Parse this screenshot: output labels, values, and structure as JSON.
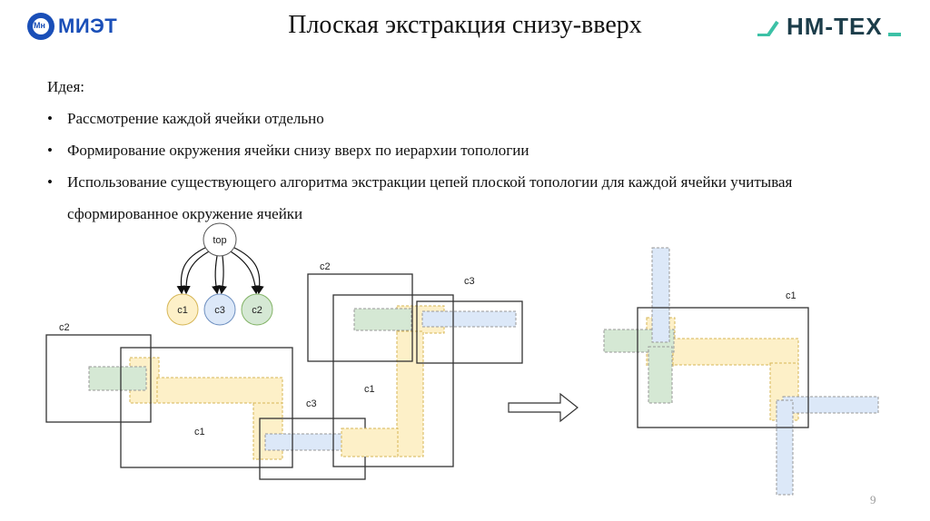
{
  "header": {
    "title": "Плоская экстракция снизу-вверх",
    "logo_left": "МИЭТ",
    "logo_right": "НМ-ТЕХ"
  },
  "content": {
    "intro": "Идея:",
    "bullets": [
      "Рассмотрение каждой ячейки отдельно",
      "Формирование окружения ячейки снизу вверх по иерархии топологии",
      "Использование существующего алгоритма экстракции цепей плоской топологии для каждой ячейки учитывая"
    ],
    "bullet3_continuation": "сформированное окружение ячейки"
  },
  "hierarchy": {
    "root": "top",
    "children": [
      "c1",
      "c3",
      "c2"
    ],
    "colors": {
      "c1": "#fdf0c8",
      "c3": "#dce8f8",
      "c2": "#d5e8d4"
    }
  },
  "diagram_left": {
    "labels": {
      "c2": "c2",
      "c1": "c1",
      "c3": "c3"
    }
  },
  "diagram_mid": {
    "labels": {
      "c2": "c2",
      "c3": "c3",
      "c1": "c1"
    }
  },
  "diagram_right": {
    "labels": {
      "c1": "c1"
    }
  },
  "page_number": "9"
}
